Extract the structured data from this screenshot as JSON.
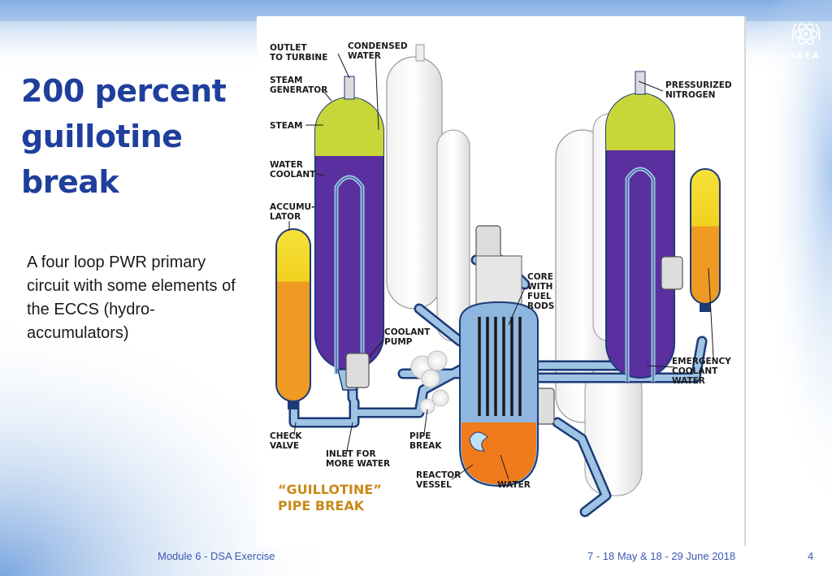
{
  "slide": {
    "title": "200 percent guillotine break",
    "subtitle": "A four loop PWR primary circuit with some elements of the ECCS (hydro-accumulators)"
  },
  "logo": {
    "text": "IAEA"
  },
  "diagram": {
    "labels": {
      "outlet_to_turbine": [
        "OUTLET",
        "TO TURBINE"
      ],
      "condensed_water": [
        "CONDENSED",
        "WATER"
      ],
      "steam_generator": [
        "STEAM",
        "GENERATOR"
      ],
      "steam": "STEAM",
      "water_coolant": [
        "WATER",
        "COOLANT"
      ],
      "accumulator": [
        "ACCUMU-",
        "LATOR"
      ],
      "pressurized_nitrogen": [
        "PRESSURIZED",
        "NITROGEN"
      ],
      "core_with_fuel_rods": [
        "CORE",
        "WITH",
        "FUEL",
        "RODS"
      ],
      "coolant_pump": [
        "COOLANT",
        "PUMP"
      ],
      "emergency_coolant_water": [
        "EMERGENCY",
        "COOLANT",
        "WATER"
      ],
      "check_valve": [
        "CHECK",
        "VALVE"
      ],
      "inlet_for_more_water": [
        "INLET FOR",
        "MORE WATER"
      ],
      "pipe_break": [
        "PIPE",
        "BREAK"
      ],
      "reactor_vessel": [
        "REACTOR",
        "VESSEL"
      ],
      "water": "WATER",
      "guillotine": [
        "“GUILLOTINE”",
        "PIPE BREAK"
      ]
    },
    "colors": {
      "steam": "#c9d63a",
      "coolant": "#5a2fa0",
      "accumulator_top": "#f2d11f",
      "accumulator_bottom": "#ef9a22",
      "pipe": "#9ec3e3",
      "pipe_outline": "#1d3a78",
      "guillotine_text": "#c98a1a"
    }
  },
  "footer": {
    "module": "Module 6 - DSA  Exercise",
    "dates": "7 - 18 May & 18 - 29 June 2018",
    "page": "4"
  }
}
